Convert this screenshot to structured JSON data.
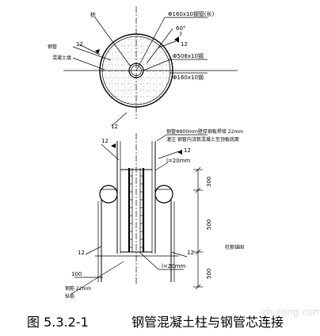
{
  "plan_view": {
    "label_top_left": "桩",
    "label_tube_outer": "Φ160x10钢管(长)",
    "label_angle": "60°",
    "label_angle_sub": "3",
    "label_weld_12_top": "12",
    "label_weld_12_left": "12",
    "label_left_a": "钢管",
    "label_left_b": "混凝土填",
    "label_inner_tube": "Φ508x10钢",
    "label_outer_tube": "Φ160x10钢",
    "label_bottom_12": "12"
  },
  "elevation": {
    "label_top_12": "12",
    "label_right_12": "12",
    "note_line1": "钢管Φ800mm壁厚钢板焊接 22mm",
    "note_line2": "灌注 钢管内浇筑混凝土至顶板底面",
    "label_l20_top": "l=20mm",
    "label_l20_bottom": "l=20mm",
    "label_12_left_lower": "12",
    "label_12_right_lower": "12",
    "label_right_side": "柱筋锚固",
    "label_100": "100",
    "label_bottom_left_a": "钢筋 22mm",
    "label_bottom_left_b": "纵筋",
    "dims": [
      "300",
      "500",
      "500"
    ]
  },
  "caption": {
    "figure_no": "图 5.3.2-1",
    "title": "钢管混凝土柱与钢管芯连接"
  },
  "watermark": "zhulong.com"
}
